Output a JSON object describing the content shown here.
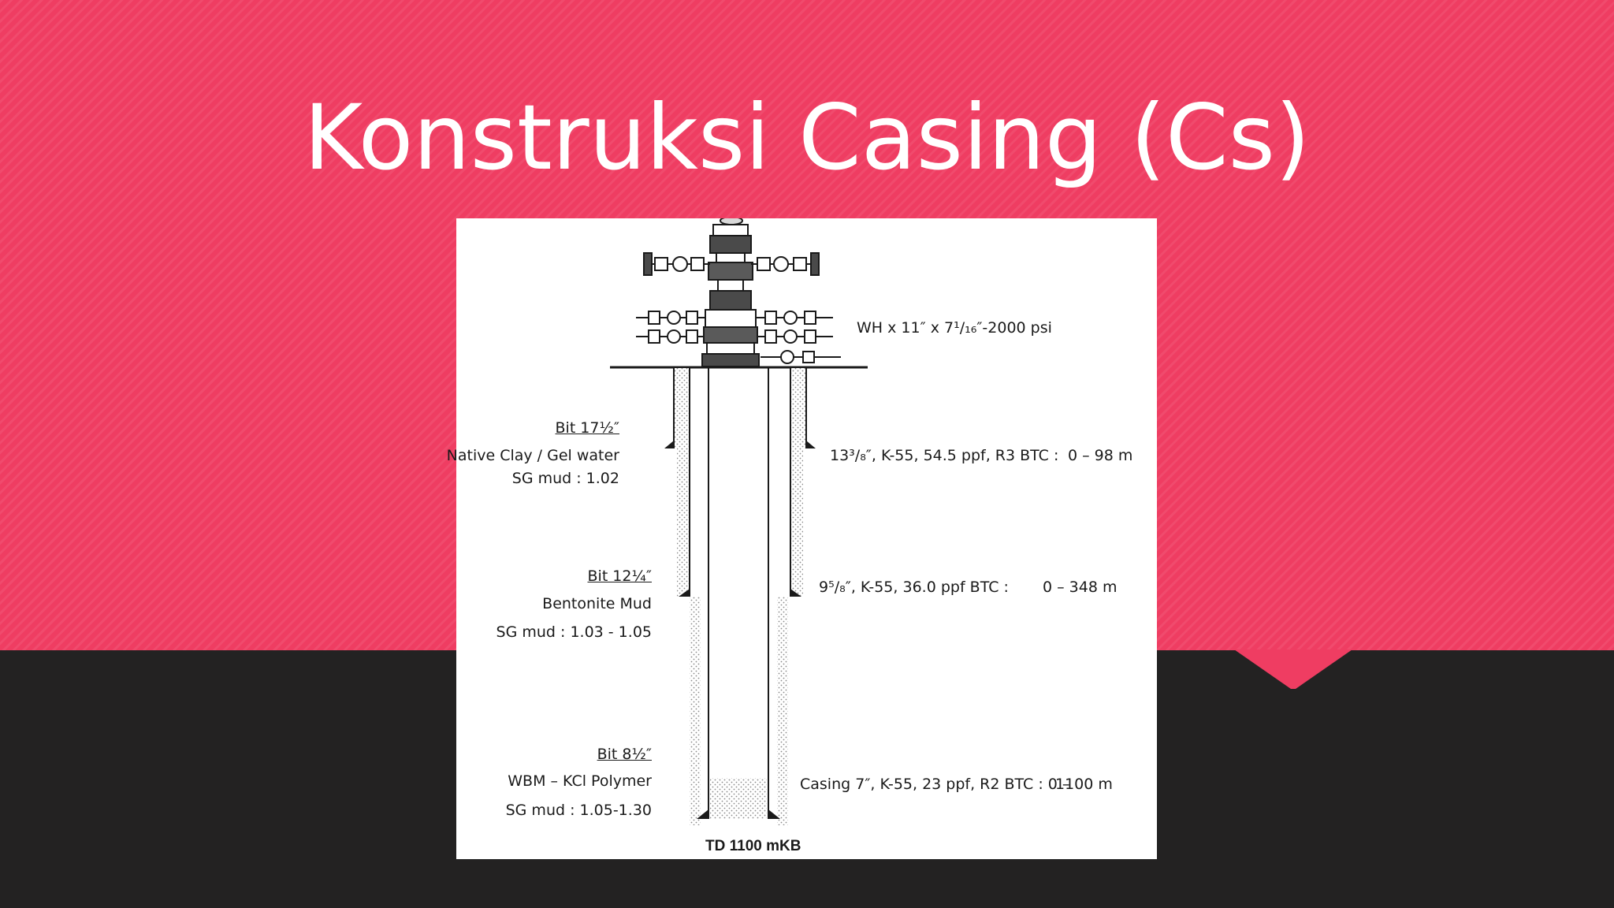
{
  "slide": {
    "title": "Konstruksi Casing (Cs)"
  },
  "diagram": {
    "wellhead_label": "WH x 11″ x 7¹/₁₆″-2000 psi",
    "sections": [
      {
        "bit": "Bit 17½″",
        "fluid": "Native Clay / Gel water",
        "sg": "SG mud : 1.02",
        "casing_spec": "13³/₈″,  K-55, 54.5 ppf, R3 BTC   :",
        "depth": "0 – 98 m"
      },
      {
        "bit": "Bit 12¼″",
        "fluid": "Bentonite Mud",
        "sg": "SG mud : 1.03 - 1.05",
        "casing_spec": "9⁵/₈″,  K-55, 36.0 ppf BTC :",
        "depth": "0 – 348 m"
      },
      {
        "bit": "Bit 8½″",
        "fluid": "WBM – KCl Polymer",
        "sg": "SG mud : 1.05-1.30",
        "casing_spec": "Casing 7″,  K-55, 23 ppf, R2 BTC : 0 –",
        "depth": "1100  m"
      }
    ],
    "td_label": "TD 1100  mKB",
    "colors": {
      "background_top": "#ef3d62",
      "background_bottom": "#232222",
      "panel": "#ffffff",
      "ink": "#1a1a1a"
    }
  }
}
